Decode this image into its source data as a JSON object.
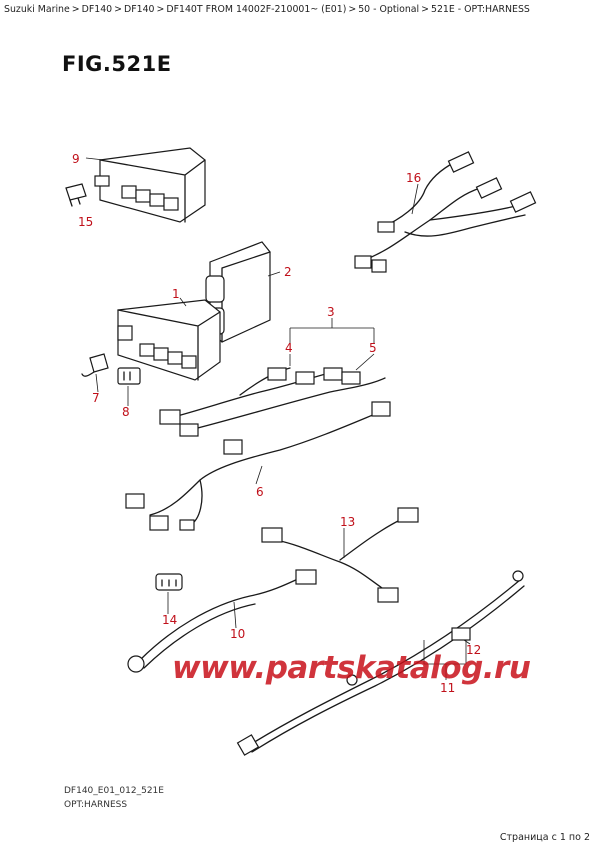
{
  "breadcrumb": {
    "items": [
      "Suzuki Marine",
      "DF140",
      "DF140",
      "DF140T FROM 14002F-210001~ (E01)",
      "50 - Optional",
      "521E - OPT:HARNESS"
    ],
    "separator": ">"
  },
  "figure": {
    "title": "FIG.521E",
    "code": "DF140_E01_012_521E",
    "caption": "OPT:HARNESS"
  },
  "callouts": [
    "9",
    "15",
    "16",
    "2",
    "1",
    "3",
    "4",
    "5",
    "7",
    "8",
    "6",
    "13",
    "14",
    "10",
    "12",
    "11"
  ],
  "watermark": "www.partskatalog.ru",
  "pager": "Страница с 1 по 2",
  "colors": {
    "callout": "#c0101a",
    "watermark": "#c8101a",
    "line": "#1a1a1a"
  }
}
